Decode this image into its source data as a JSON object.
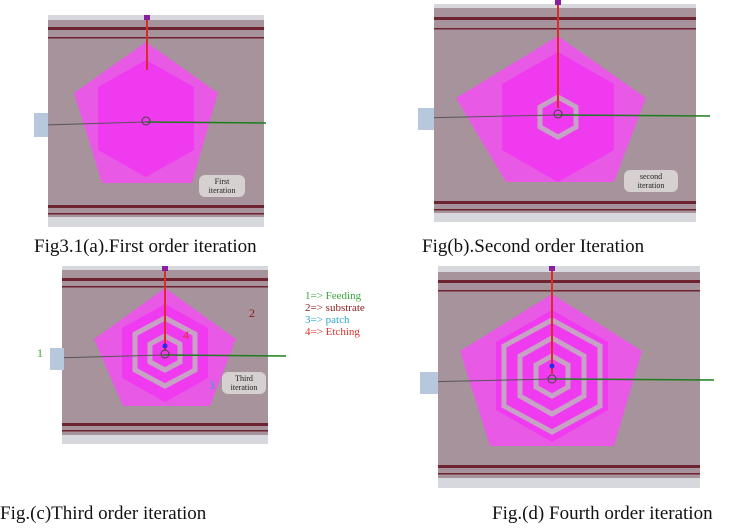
{
  "captions": {
    "a": "Fig3.1(a).First order iteration",
    "b": "Fig(b).Second order Iteration",
    "c": "Fig.(c)Third order iteration",
    "d": "Fig.(d) Fourth order iteration"
  },
  "tags": {
    "a": [
      "First",
      "iteration"
    ],
    "b": [
      "second",
      "iteration"
    ],
    "c": [
      "Third",
      "iteration"
    ]
  },
  "markers": {
    "m1": "1",
    "m2": "2",
    "m3": "3",
    "m4": "4"
  },
  "legend": {
    "items": [
      {
        "text": "1=> Feeding",
        "color": "#3aa63a"
      },
      {
        "text": "2=> substrate",
        "color": "#8b1a1a"
      },
      {
        "text": "3=> patch",
        "color": "#2aa7c9"
      },
      {
        "text": "4=> Etching",
        "color": "#e0302c"
      }
    ]
  },
  "colors": {
    "substrate": "#a7939c",
    "patch": "#e85ae6",
    "hex": "#f03af0",
    "feed": "#dd2a2a",
    "ground_line": "#1d7d1d",
    "stripe": "#6e2330",
    "frame": "#cfcfd6"
  }
}
